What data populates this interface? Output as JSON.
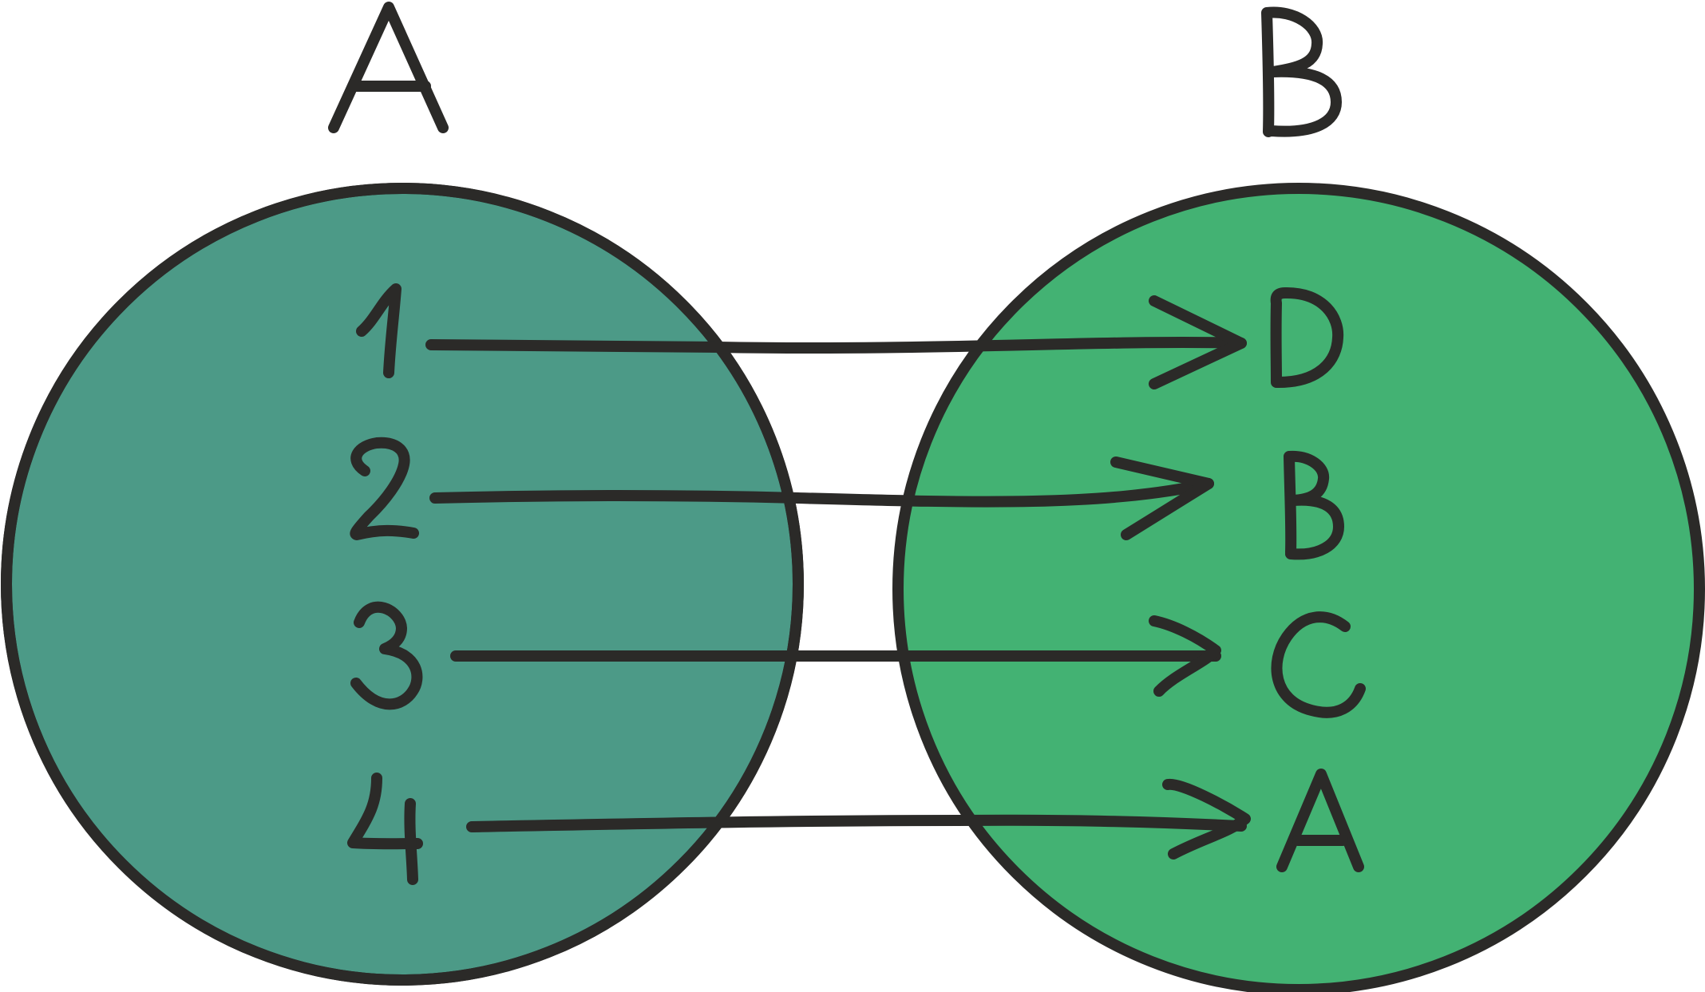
{
  "diagram": {
    "colors": {
      "set_a_fill": "#4c9a87",
      "set_b_fill": "#43b273",
      "stroke": "#2b2a28",
      "background": "#ffffff"
    },
    "set_a": {
      "title": "A",
      "elements": [
        "1",
        "2",
        "3",
        "4"
      ]
    },
    "set_b": {
      "title": "B",
      "elements": [
        "D",
        "B",
        "C",
        "A"
      ]
    },
    "mappings": [
      {
        "from": "1",
        "to": "D"
      },
      {
        "from": "2",
        "to": "B"
      },
      {
        "from": "3",
        "to": "C"
      },
      {
        "from": "4",
        "to": "A"
      }
    ]
  }
}
